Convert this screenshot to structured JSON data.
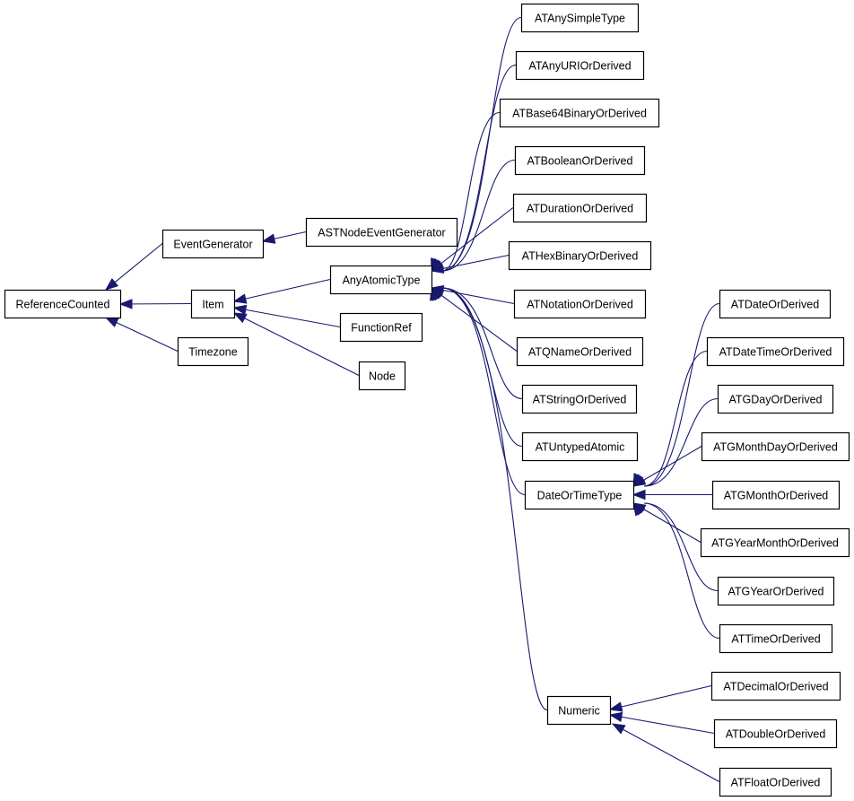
{
  "nodes": {
    "ReferenceCounted": "ReferenceCounted",
    "EventGenerator": "EventGenerator",
    "Item": "Item",
    "Timezone": "Timezone",
    "ASTNodeEventGenerator": "ASTNodeEventGenerator",
    "AnyAtomicType": "AnyAtomicType",
    "FunctionRef": "FunctionRef",
    "Node": "Node",
    "ATAnySimpleType": "ATAnySimpleType",
    "ATAnyURIOrDerived": "ATAnyURIOrDerived",
    "ATBase64BinaryOrDerived": "ATBase64BinaryOrDerived",
    "ATBooleanOrDerived": "ATBooleanOrDerived",
    "ATDurationOrDerived": "ATDurationOrDerived",
    "ATHexBinaryOrDerived": "ATHexBinaryOrDerived",
    "ATNotationOrDerived": "ATNotationOrDerived",
    "ATQNameOrDerived": "ATQNameOrDerived",
    "ATStringOrDerived": "ATStringOrDerived",
    "ATUntypedAtomic": "ATUntypedAtomic",
    "DateOrTimeType": "DateOrTimeType",
    "Numeric": "Numeric",
    "ATDateOrDerived": "ATDateOrDerived",
    "ATDateTimeOrDerived": "ATDateTimeOrDerived",
    "ATGDayOrDerived": "ATGDayOrDerived",
    "ATGMonthDayOrDerived": "ATGMonthDayOrDerived",
    "ATGMonthOrDerived": "ATGMonthOrDerived",
    "ATGYearMonthOrDerived": "ATGYearMonthOrDerived",
    "ATGYearOrDerived": "ATGYearOrDerived",
    "ATTimeOrDerived": "ATTimeOrDerived",
    "ATDecimalOrDerived": "ATDecimalOrDerived",
    "ATDoubleOrDerived": "ATDoubleOrDerived",
    "ATFloatOrDerived": "ATFloatOrDerived"
  },
  "edges": [
    [
      "EventGenerator",
      "ReferenceCounted"
    ],
    [
      "Item",
      "ReferenceCounted"
    ],
    [
      "Timezone",
      "ReferenceCounted"
    ],
    [
      "ASTNodeEventGenerator",
      "EventGenerator"
    ],
    [
      "AnyAtomicType",
      "Item"
    ],
    [
      "FunctionRef",
      "Item"
    ],
    [
      "Node",
      "Item"
    ],
    [
      "ATAnySimpleType",
      "AnyAtomicType"
    ],
    [
      "ATAnyURIOrDerived",
      "AnyAtomicType"
    ],
    [
      "ATBase64BinaryOrDerived",
      "AnyAtomicType"
    ],
    [
      "ATBooleanOrDerived",
      "AnyAtomicType"
    ],
    [
      "ATDurationOrDerived",
      "AnyAtomicType"
    ],
    [
      "ATHexBinaryOrDerived",
      "AnyAtomicType"
    ],
    [
      "ATNotationOrDerived",
      "AnyAtomicType"
    ],
    [
      "ATQNameOrDerived",
      "AnyAtomicType"
    ],
    [
      "ATStringOrDerived",
      "AnyAtomicType"
    ],
    [
      "ATUntypedAtomic",
      "AnyAtomicType"
    ],
    [
      "DateOrTimeType",
      "AnyAtomicType"
    ],
    [
      "Numeric",
      "AnyAtomicType"
    ],
    [
      "ATDateOrDerived",
      "DateOrTimeType"
    ],
    [
      "ATDateTimeOrDerived",
      "DateOrTimeType"
    ],
    [
      "ATGDayOrDerived",
      "DateOrTimeType"
    ],
    [
      "ATGMonthDayOrDerived",
      "DateOrTimeType"
    ],
    [
      "ATGMonthOrDerived",
      "DateOrTimeType"
    ],
    [
      "ATGYearMonthOrDerived",
      "DateOrTimeType"
    ],
    [
      "ATGYearOrDerived",
      "DateOrTimeType"
    ],
    [
      "ATTimeOrDerived",
      "DateOrTimeType"
    ],
    [
      "ATDecimalOrDerived",
      "Numeric"
    ],
    [
      "ATDoubleOrDerived",
      "Numeric"
    ],
    [
      "ATFloatOrDerived",
      "Numeric"
    ]
  ],
  "colors": {
    "edge": "#191970",
    "node_border": "#000000",
    "node_fill": "#ffffff",
    "background": "#ffffff"
  }
}
